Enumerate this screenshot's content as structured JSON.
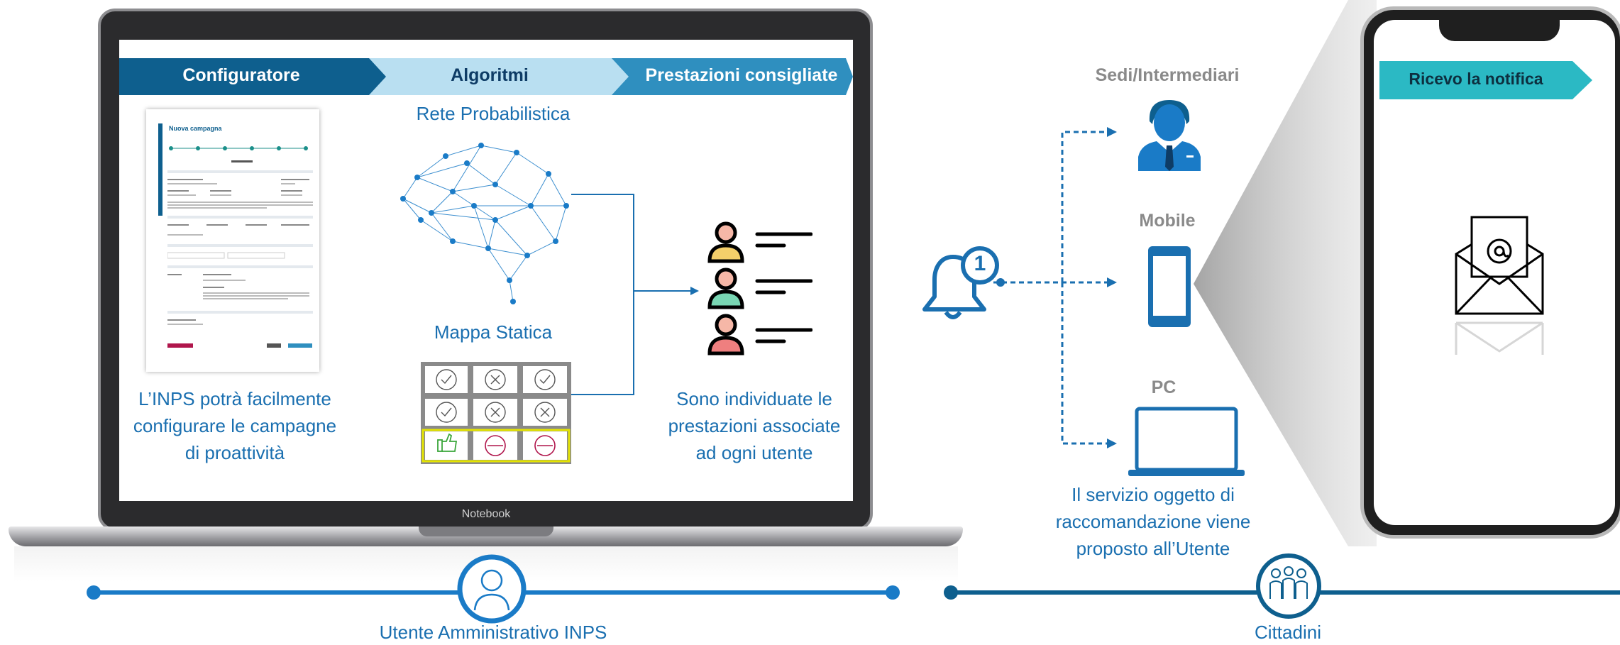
{
  "laptop": {
    "brand_label": "Notebook",
    "steps": [
      {
        "label": "Configuratore"
      },
      {
        "label": "Algoritmi"
      },
      {
        "label": "Prestazioni consigliate"
      }
    ],
    "rete_label": "Rete Probabilistica",
    "mappa_label": "Mappa Statica",
    "config_caption": "L’INPS potrà facilmente configurare le campagne di proattività",
    "prestazioni_caption": "Sono individuate le prestazioni associate ad ogni utente",
    "mini_form_title": "Nuova campagna"
  },
  "channels": {
    "sedi_label": "Sedi/Intermediari",
    "mobile_label": "Mobile",
    "pc_label": "PC",
    "caption": "Il servizio oggetto di raccomandazione viene proposto all’Utente",
    "bell_count": "1"
  },
  "phone": {
    "notification_label": "Ricevo la notifica"
  },
  "timeline": {
    "admin_label": "Utente Amministrativo INPS",
    "citizens_label": "Cittadini"
  },
  "colors": {
    "dark_blue": "#0e5f8e",
    "light_blue": "#b9dff1",
    "mid_blue": "#2f8fbf",
    "text_blue": "#1a6fb0",
    "teal": "#2bb9c4"
  }
}
